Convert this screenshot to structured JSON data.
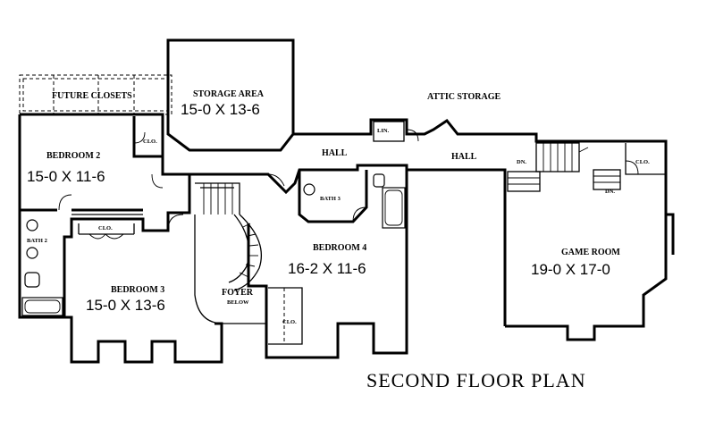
{
  "title": "SECOND FLOOR PLAN",
  "rooms": {
    "future_closets": "FUTURE CLOSETS",
    "storage_area": "STORAGE AREA",
    "storage_area_dim": "15-0 X 13-6",
    "attic_storage": "ATTIC STORAGE",
    "bedroom2": "BEDROOM 2",
    "bedroom2_dim": "15-0 X 11-6",
    "clo_bed2": "CLO.",
    "lin": "LIN.",
    "hall1": "HALL",
    "hall2": "HALL",
    "clo_game": "CLO.",
    "dn1": "DN.",
    "dn2": "DN.",
    "bath3": "BATH 3",
    "bath2": "BATH 2",
    "clo_bed3": "CLO.",
    "bedroom4": "BEDROOM 4",
    "bedroom4_dim": "16-2 X 11-6",
    "game_room": "GAME ROOM",
    "game_room_dim": "19-0 X 17-0",
    "bedroom3": "BEDROOM 3",
    "bedroom3_dim": "15-0 X 13-6",
    "foyer": "FOYER",
    "foyer_below": "BELOW",
    "clo_bed4": "CLO."
  }
}
